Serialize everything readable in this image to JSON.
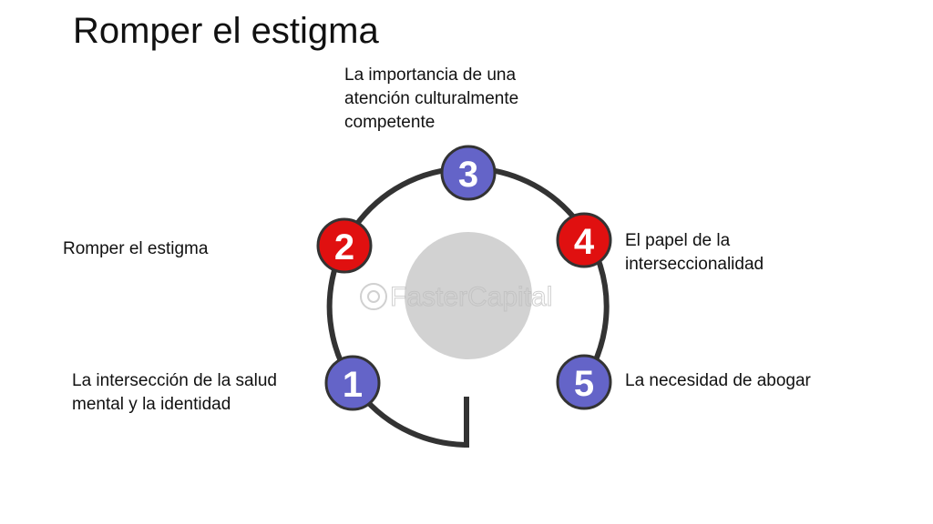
{
  "title": "Romper el estigma",
  "watermark": "FasterCapital",
  "colors": {
    "blue_node": "#6464c8",
    "red_node": "#e01010",
    "arc": "#333333",
    "center": "#d2d2d2"
  },
  "steps": [
    {
      "number": "1",
      "color": "blue",
      "label": "La intersección de la salud mental y la identidad"
    },
    {
      "number": "2",
      "color": "red",
      "label": "Romper el estigma"
    },
    {
      "number": "3",
      "color": "blue",
      "label": "La importancia de una atención culturalmente competente"
    },
    {
      "number": "4",
      "color": "red",
      "label": "El papel de la interseccionalidad"
    },
    {
      "number": "5",
      "color": "blue",
      "label": "La necesidad de abogar"
    }
  ]
}
